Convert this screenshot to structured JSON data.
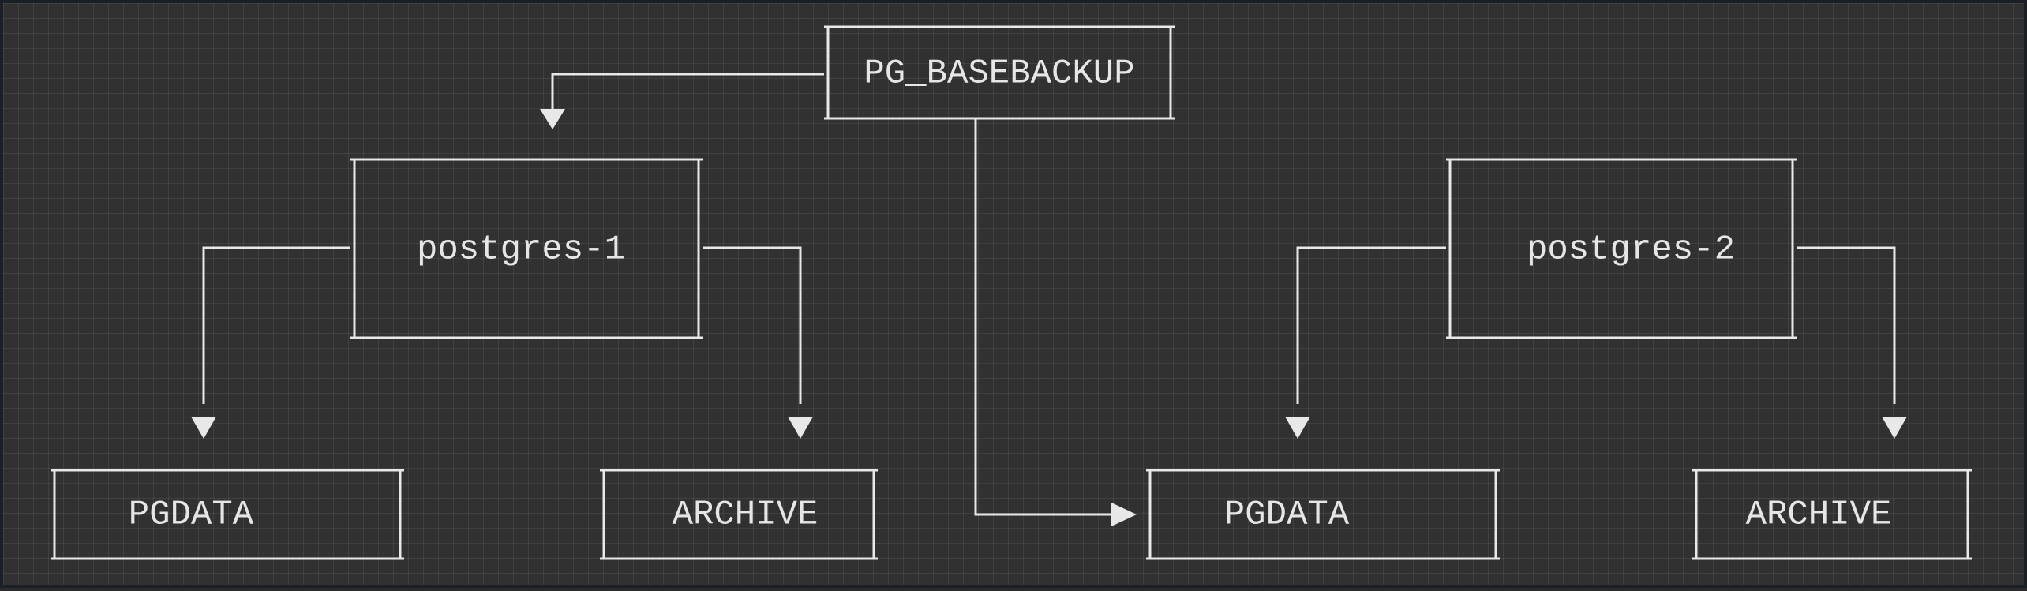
{
  "diagram": {
    "colors": {
      "background": "#313131",
      "grid": "#474747",
      "stroke": "#e8e8e8",
      "text": "#e6e6e6"
    },
    "nodes": {
      "pg_basebackup": {
        "label": "PG_BASEBACKUP"
      },
      "postgres_1": {
        "label": "postgres-1"
      },
      "postgres_2": {
        "label": "postgres-2"
      },
      "pgdata_1": {
        "label": "PGDATA"
      },
      "archive_1": {
        "label": "ARCHIVE"
      },
      "pgdata_2": {
        "label": "PGDATA"
      },
      "archive_2": {
        "label": "ARCHIVE"
      }
    },
    "edges": [
      {
        "from": "pg_basebackup",
        "to": "postgres_1"
      },
      {
        "from": "pg_basebackup",
        "to": "pgdata_2"
      },
      {
        "from": "postgres_1",
        "to": "pgdata_1"
      },
      {
        "from": "postgres_1",
        "to": "archive_1"
      },
      {
        "from": "postgres_2",
        "to": "pgdata_2"
      },
      {
        "from": "postgres_2",
        "to": "archive_2"
      }
    ]
  }
}
